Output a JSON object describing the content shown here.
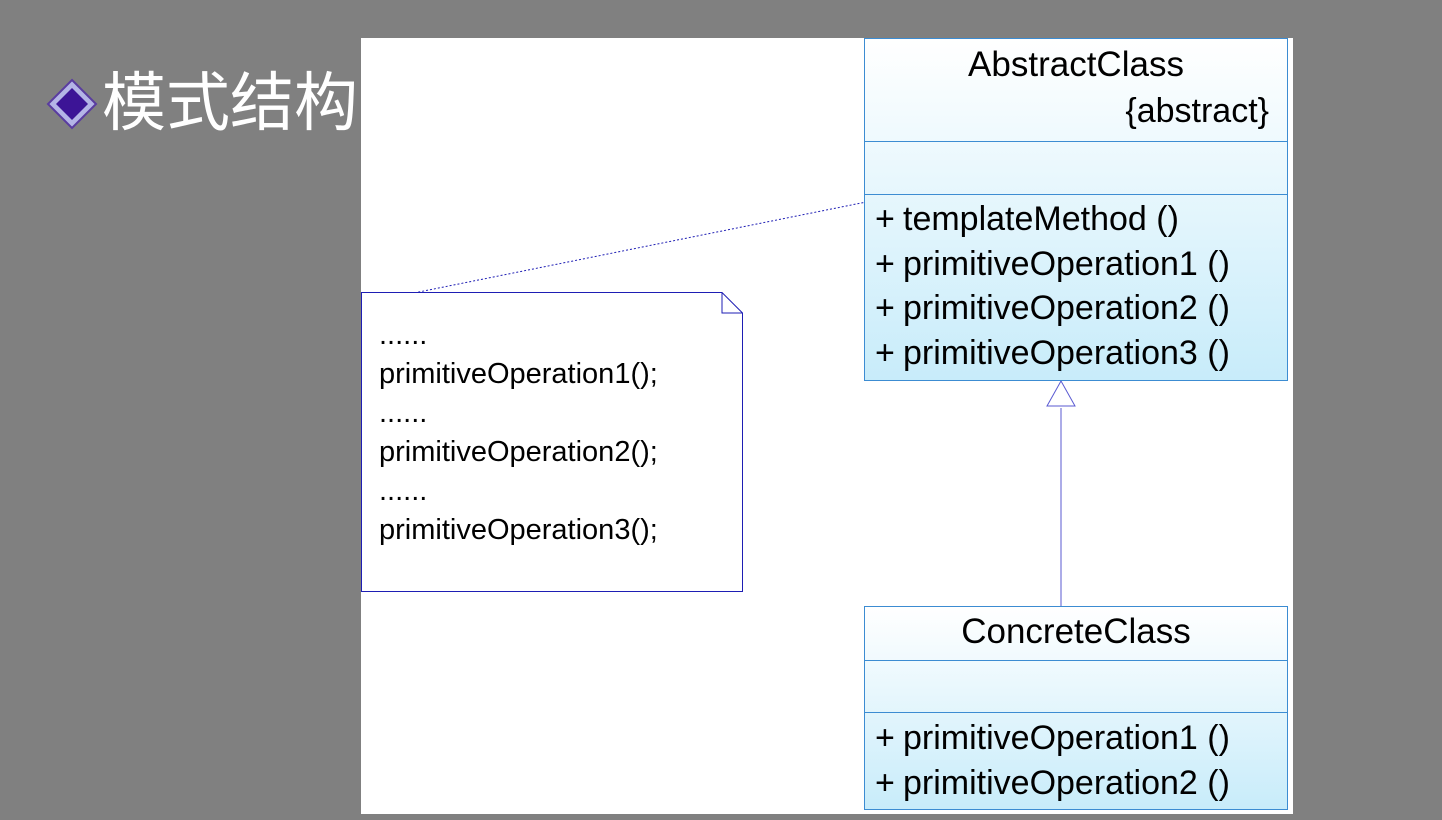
{
  "slide": {
    "title": "模式结构",
    "bullet_icon": "diamond-bullet-icon"
  },
  "diagram": {
    "abstract_class": {
      "name": "AbstractClass",
      "stereotype": "{abstract}",
      "operations": [
        {
          "visibility": "+",
          "signature": "templateMethod ()"
        },
        {
          "visibility": "+",
          "signature": "primitiveOperation1 ()"
        },
        {
          "visibility": "+",
          "signature": "primitiveOperation2 ()"
        },
        {
          "visibility": "+",
          "signature": "primitiveOperation3 ()"
        }
      ]
    },
    "concrete_class": {
      "name": "ConcreteClass",
      "operations": [
        {
          "visibility": "+",
          "signature": "primitiveOperation1 ()"
        },
        {
          "visibility": "+",
          "signature": "primitiveOperation2 ()"
        }
      ]
    },
    "note": {
      "lines": [
        "......",
        "primitiveOperation1();",
        "......",
        "primitiveOperation2();",
        "......",
        "primitiveOperation3();"
      ]
    },
    "colors": {
      "class_border": "#3c8cd2",
      "class_fill_top": "#ffffff",
      "class_fill_bottom": "#c8ecfa",
      "note_border": "#1e1eb4",
      "connector": "#5a5ad2"
    }
  }
}
